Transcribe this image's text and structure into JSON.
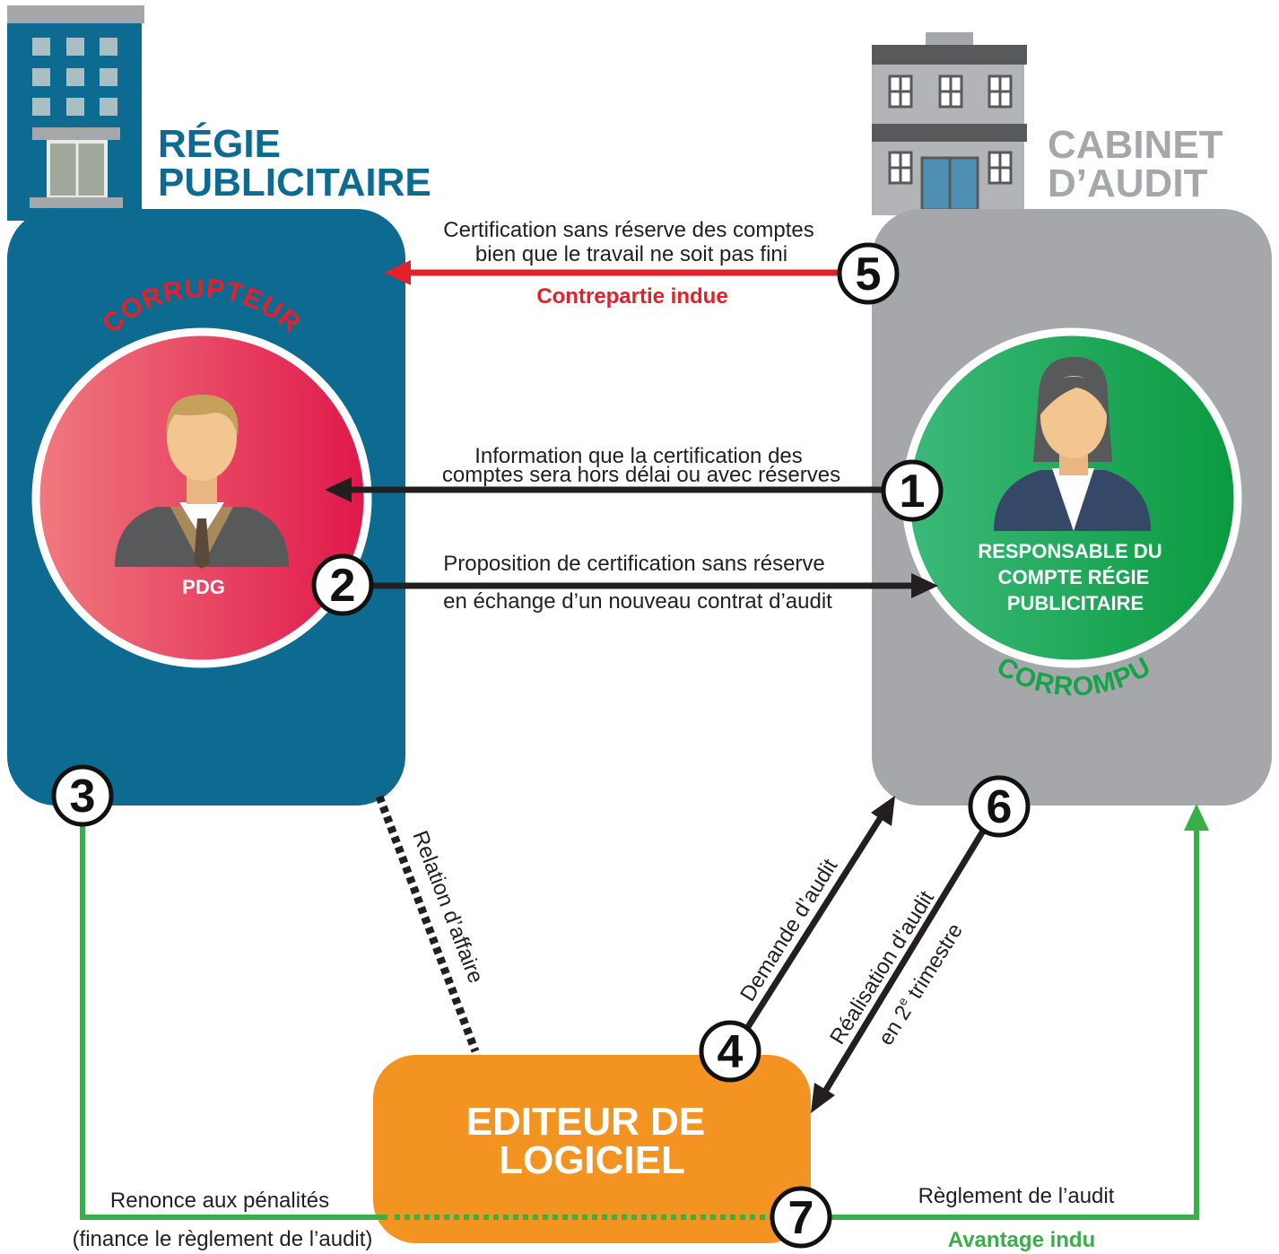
{
  "colors": {
    "regie_blue": "#0d6b91",
    "cabinet_grey": "#a6a7ab",
    "corrupteur_red": "#e2274b",
    "corrompu_green": "#16a349",
    "editeur_orange": "#f39321",
    "arrow_red": "#e4202a",
    "arrow_green": "#3aae49",
    "arrow_black": "#231f20"
  },
  "icons": [
    "office-building-icon",
    "audit-building-icon",
    "businessman-avatar-icon",
    "businesswoman-avatar-icon"
  ],
  "regie": {
    "title_line1": "RÉGIE",
    "title_line2": "PUBLICITAIRE",
    "role": "CORRUPTEUR",
    "person": "PDG"
  },
  "cabinet": {
    "title_line1": "CABINET",
    "title_line2": "D’AUDIT",
    "role": "CORROMPU",
    "person_line1": "RESPONSABLE DU",
    "person_line2": "COMPTE RÉGIE",
    "person_line3": "PUBLICITAIRE"
  },
  "editeur": {
    "line1": "EDITEUR DE",
    "line2": "LOGICIEL"
  },
  "steps": {
    "s1": {
      "num": "1",
      "line1": "Information que la certification des",
      "line2": "comptes sera hors délai ou avec réserves"
    },
    "s2": {
      "num": "2",
      "line1": "Proposition de certification sans réserve",
      "line2": "en échange d’un nouveau contrat d’audit"
    },
    "s3": {
      "num": "3",
      "line1": "Renonce aux pénalités",
      "line2": "(finance le règlement de l’audit)"
    },
    "s4": {
      "num": "4",
      "label": "Demande d’audit"
    },
    "s5": {
      "num": "5",
      "line1": "Certification sans réserve des comptes",
      "line2": "bien que le travail ne soit pas fini",
      "tag": "Contrepartie indue"
    },
    "s6": {
      "num": "6",
      "line1": "Réalisation d’audit",
      "line2_pre": "en 2",
      "line2_sup": "e",
      "line2_post": " trimestre"
    },
    "s7": {
      "num": "7",
      "label": "Règlement de l’audit",
      "tag": "Avantage indu"
    }
  },
  "relation_label": "Relation d’affaire"
}
